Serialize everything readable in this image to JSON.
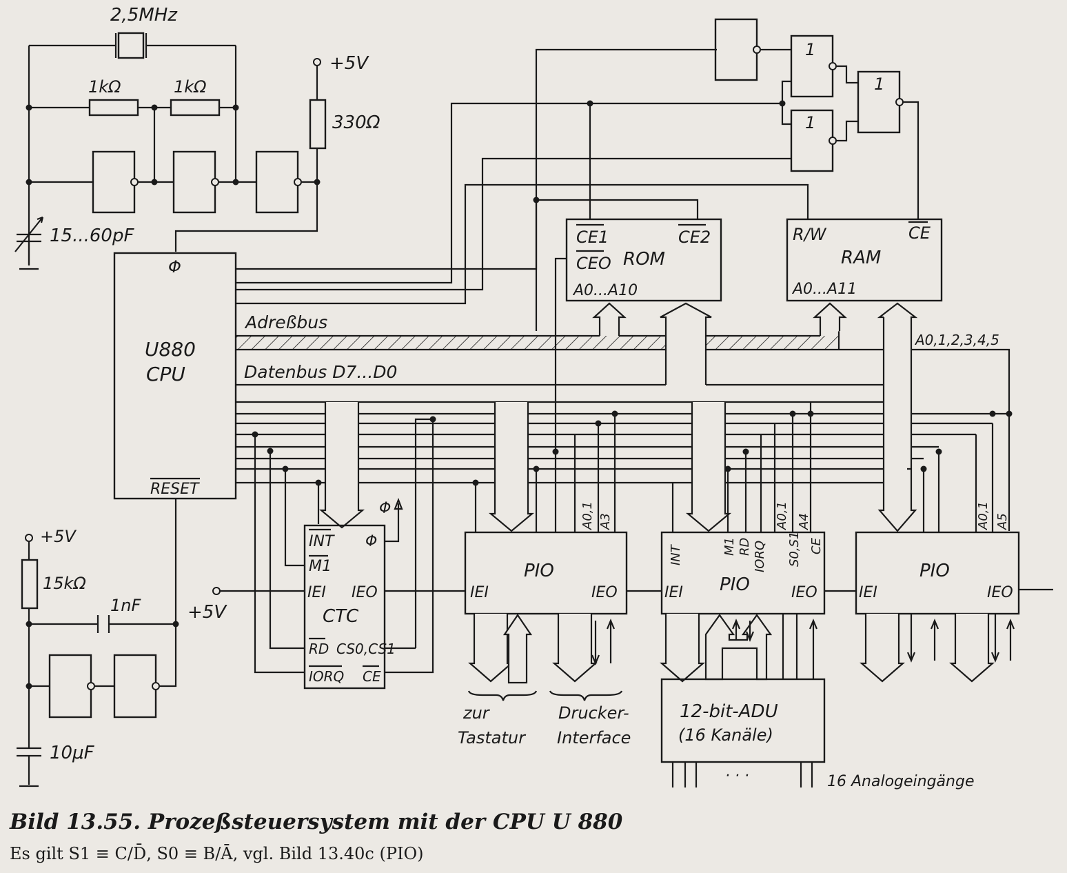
{
  "labels": {
    "crystal_freq": "2,5MHz",
    "r_1k_a": "1kΩ",
    "r_1k_b": "1kΩ",
    "vcc_top": "+5V",
    "r_330": "330Ω",
    "cap_var": "15...60pF",
    "cpu_phi": "Φ",
    "cpu_name_1": "U880",
    "cpu_name_2": "CPU",
    "cpu_reset": "RESET",
    "addr_bus": "Adreßbus",
    "data_bus": "Datenbus D7...D0",
    "rom_ce1": "CE1",
    "rom_ce2": "CE2",
    "rom_ceo": "CEO",
    "rom_name": "ROM",
    "rom_addr": "A0...A10",
    "ram_rw": "R/W",
    "ram_ce": "CE",
    "ram_name": "RAM",
    "ram_addr": "A0...A11",
    "gate_1a": "1",
    "gate_1b": "1",
    "gate_1c": "1",
    "a_bus_pio3": "A0,1,2,3,4,5",
    "ctc_int": "INT",
    "ctc_phi": "Φ",
    "ctc_phi_out": "Φ",
    "ctc_m1": "M1",
    "ctc_iei": "IEI",
    "ctc_ieo": "IEO",
    "ctc_name": "CTC",
    "ctc_rd": "RD",
    "ctc_cs": "CS0,CS1",
    "ctc_iorq": "IORQ",
    "ctc_ce": "CE",
    "vcc_ctc": "+5V",
    "pio1_name": "PIO",
    "pio1_iei": "IEI",
    "pio1_ieo": "IEO",
    "pio1_a01": "A0,1",
    "pio1_a3": "A3",
    "pio2_name": "PIO",
    "pio2_iei": "IEI",
    "pio2_ieo": "IEO",
    "pio2_int": "INT",
    "pio2_m1": "M1",
    "pio2_rd": "RD",
    "pio2_iorq": "IORQ",
    "pio2_a01": "A0,1",
    "pio2_s": "S0,S1",
    "pio2_a4": "A4",
    "pio2_ce": "CE",
    "pio3_name": "PIO",
    "pio3_iei": "IEI",
    "pio3_ieo": "IEO",
    "pio3_a01": "A0,1",
    "pio3_a5": "A5",
    "tastatur_1": "zur",
    "tastatur_2": "Tastatur",
    "drucker_1": "Drucker-",
    "drucker_2": "Interface",
    "adu_1": "12-bit-ADU",
    "adu_2": "(16 Kanäle)",
    "analog": "16 Analogeingänge",
    "dots": "· · ·",
    "vcc_reset": "+5V",
    "r_15k": "15kΩ",
    "c_1nf": "1nF",
    "c_10uf": "10μF"
  },
  "caption": {
    "title": "Bild 13.55. Prozeßsteuersystem mit der CPU U 880",
    "note": "Es gilt S1 ≡ C/D̄, S0 ≡ B/Ā, vgl. Bild 13.40c (PIO)"
  }
}
